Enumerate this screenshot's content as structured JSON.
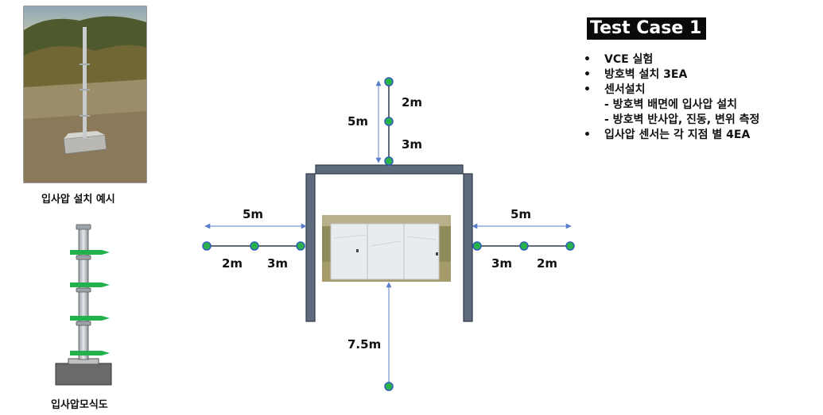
{
  "title": "Test Case 1",
  "notes": [
    {
      "bullet": "•",
      "text": "VCE 실험",
      "indent": false
    },
    {
      "bullet": "•",
      "text": "방호벽 설치 3EA",
      "indent": false
    },
    {
      "bullet": "•",
      "text": "센서설치",
      "indent": false
    },
    {
      "bullet": "",
      "text": "- 방호벽 배면에 입사압 설치",
      "indent": true
    },
    {
      "bullet": "",
      "text": "- 방호벽 반사압, 진동, 변위 측정",
      "indent": true
    },
    {
      "bullet": "•",
      "text": "입사압 센서는 각 지점 별 4EA",
      "indent": false
    }
  ],
  "captions": {
    "photo": "입사압 설치 예시",
    "schematic": "입사압모식도"
  },
  "dimensions": {
    "top_total": "5m",
    "top_upper": "2m",
    "top_lower": "3m",
    "left_total": "5m",
    "left_outer": "2m",
    "left_inner": "3m",
    "right_total": "5m",
    "right_inner": "3m",
    "right_outer": "2m",
    "bottom": "7.5m"
  },
  "colors": {
    "wall_fill": "#5d6b7c",
    "wall_stroke": "#2e3a48",
    "sensor_fill": "#2ab24a",
    "sensor_stroke": "#2f5fb8",
    "arrow": "#5b7fc9",
    "cable": "#2e3a4a"
  }
}
